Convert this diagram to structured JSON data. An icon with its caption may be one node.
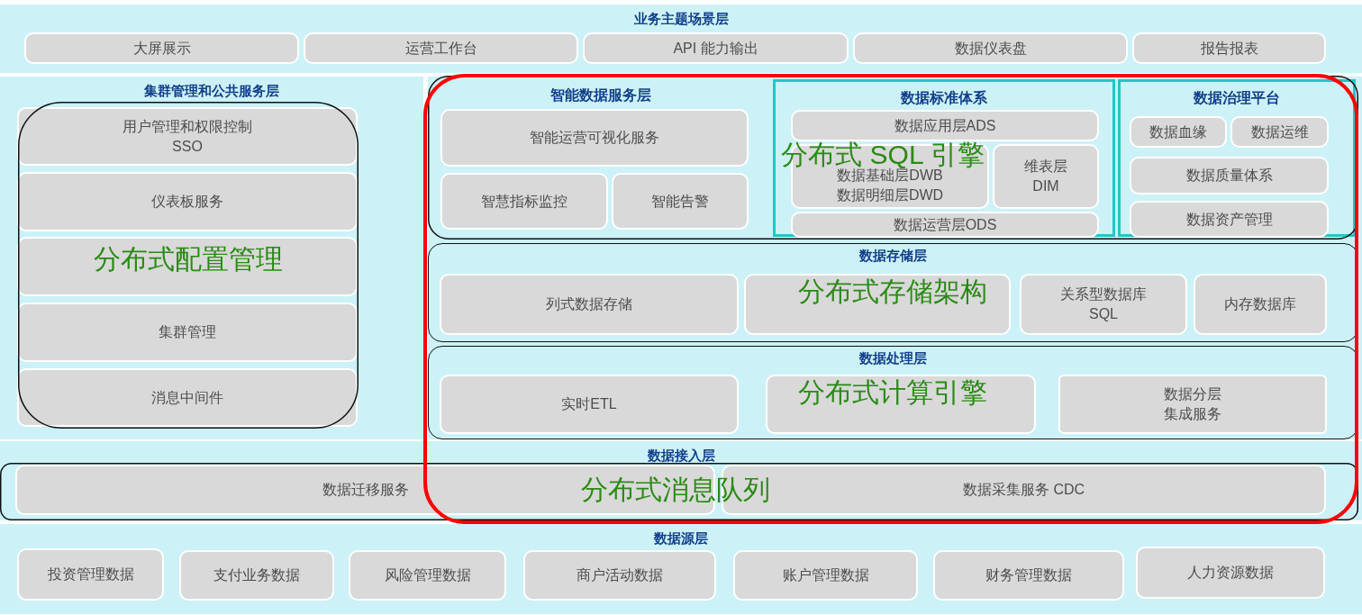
{
  "diagram": {
    "nodes": [
      {
        "text": [
          "业务主题场景层"
        ]
      },
      {
        "text": [
          "大屏展示"
        ],
        "in": 0
      },
      {
        "text": [
          "运营工作台"
        ],
        "in": 0
      },
      {
        "text": [
          "API 能力输出"
        ],
        "in": 0
      },
      {
        "text": [
          "数据仪表盘"
        ],
        "in": 0
      },
      {
        "text": [
          "报告报表"
        ],
        "in": 0
      },
      {
        "text": [
          "集群管理和公共服务层"
        ]
      },
      {
        "text": [
          "用户管理和权限控制",
          "SSO"
        ],
        "in": 6
      },
      {
        "text": [
          "仪表板服务"
        ],
        "in": 6
      },
      {
        "text": [],
        "shape": "box",
        "in": 6
      },
      {
        "text": [
          "集群管理"
        ],
        "in": 6
      },
      {
        "text": [
          "消息中间件"
        ],
        "in": 6
      },
      {
        "text": [
          "智能数据服务层"
        ]
      },
      {
        "text": [
          "智能运营可视化服务"
        ],
        "in": 12
      },
      {
        "text": [
          "智慧指标监控"
        ],
        "in": 12
      },
      {
        "text": [
          "智能告警"
        ],
        "in": 12
      },
      {
        "text": [
          "数据标准体系"
        ]
      },
      {
        "text": [
          "数据应用层ADS"
        ],
        "in": 16
      },
      {
        "text": [
          "数据基础层DWB",
          "数据明细层DWD"
        ],
        "in": 16
      },
      {
        "text": [
          "维表层",
          "DIM"
        ],
        "in": 16
      },
      {
        "text": [
          "数据运营层ODS"
        ],
        "in": 16
      },
      {
        "text": [
          "数据治理平台"
        ]
      },
      {
        "text": [
          "数据血缘"
        ],
        "in": 21
      },
      {
        "text": [
          "数据运维"
        ],
        "in": 21
      },
      {
        "text": [
          "数据质量体系"
        ],
        "in": 21
      },
      {
        "text": [
          "数据资产管理"
        ],
        "in": 21
      },
      {
        "text": [
          "数据存储层"
        ]
      },
      {
        "text": [
          "列式数据存储"
        ],
        "in": 26
      },
      {
        "text": [],
        "shape": "box",
        "in": 26
      },
      {
        "text": [
          "关系型数据库",
          "SQL"
        ],
        "in": 26
      },
      {
        "text": [
          "内存数据库"
        ],
        "in": 26
      },
      {
        "text": [
          "数据处理层"
        ]
      },
      {
        "text": [
          "实时ETL"
        ],
        "in": 31
      },
      {
        "text": [],
        "shape": "box",
        "in": 31
      },
      {
        "text": [
          "数据分层集成服务"
        ],
        "in": 31
      },
      {
        "text": [
          "数据接入层"
        ]
      },
      {
        "text": [
          "数据迁移服务"
        ],
        "in": 35
      },
      {
        "text": [
          "数据采集服务 CDC"
        ],
        "in": 35
      },
      {
        "text": [
          "数据源层"
        ]
      },
      {
        "text": [
          "投资管理数据"
        ],
        "in": 38
      },
      {
        "text": [
          "支付业务数据"
        ],
        "in": 38
      },
      {
        "text": [
          "风险管理数据"
        ],
        "in": 38
      },
      {
        "text": [
          "商户活动数据"
        ],
        "in": 38
      },
      {
        "text": [
          "账户管理数据"
        ],
        "in": 38
      },
      {
        "text": [
          "财务管理数据"
        ],
        "in": 38
      },
      {
        "text": [
          "人力资源数据"
        ],
        "in": 38
      }
    ],
    "edges": [],
    "labels": [
      "分布式配置管理",
      "分布式 SQL 引擎",
      "分布式存储架构",
      "分布式计算引擎",
      "分布式消息队列"
    ]
  }
}
